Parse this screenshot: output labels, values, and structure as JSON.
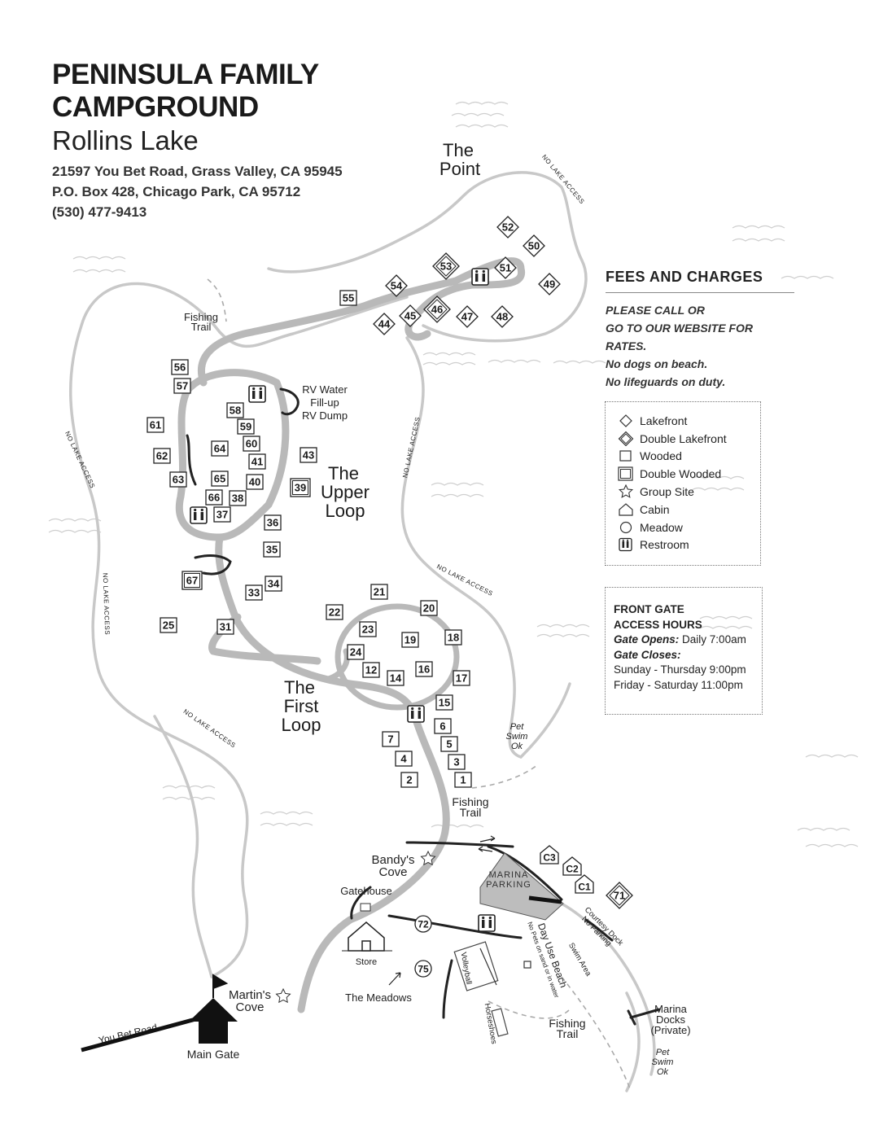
{
  "header": {
    "title_line1": "PENINSULA FAMILY",
    "title_line2": "CAMPGROUND",
    "subtitle": "Rollins Lake",
    "address1": "21597 You Bet Road, Grass Valley, CA 95945",
    "address2": "P.O. Box 428, Chicago Park, CA 95712",
    "phone": "(530) 477-9413"
  },
  "fees": {
    "title": "FEES AND CHARGES",
    "line1": "PLEASE CALL OR",
    "line2": "GO TO OUR WEBSITE FOR RATES.",
    "line3": "No dogs on beach.",
    "line4": "No lifeguards on duty."
  },
  "legend": {
    "items": [
      {
        "icon": "diamond-icon",
        "label": "Lakefront"
      },
      {
        "icon": "double-diamond-icon",
        "label": "Double Lakefront"
      },
      {
        "icon": "square-icon",
        "label": "Wooded"
      },
      {
        "icon": "double-square-icon",
        "label": "Double Wooded"
      },
      {
        "icon": "star-icon",
        "label": "Group Site"
      },
      {
        "icon": "house-icon",
        "label": "Cabin"
      },
      {
        "icon": "circle-icon",
        "label": "Meadow"
      },
      {
        "icon": "restroom-icon",
        "label": "Restroom"
      }
    ]
  },
  "gate_hours": {
    "title1": "FRONT GATE",
    "title2": "ACCESS HOURS",
    "opens_label": "Gate Opens:",
    "opens_value": "Daily 7:00am",
    "closes_label": "Gate Closes:",
    "line1": "Sunday - Thursday 9:00pm",
    "line2": "Friday - Saturday 11:00pm"
  },
  "areas": {
    "point": [
      "The",
      "Point"
    ],
    "upper_loop": [
      "The",
      "Upper",
      "Loop"
    ],
    "first_loop": [
      "The",
      "First",
      "Loop"
    ]
  },
  "labels": {
    "fishing_trail_1": [
      "Fishing",
      "Trail"
    ],
    "fishing_trail_2": [
      "Fishing",
      "Trail"
    ],
    "fishing_trail_3": [
      "Fishing",
      "Trail"
    ],
    "rv_water": [
      "RV Water",
      "Fill-up",
      "RV Dump"
    ],
    "no_lake_access": "NO LAKE ACCESS",
    "pet_swim_1": [
      "Pet",
      "Swim",
      "Ok"
    ],
    "pet_swim_2": [
      "Pet",
      "Swim",
      "Ok"
    ],
    "bandys_cove": [
      "Bandy's",
      "Cove"
    ],
    "martins_cove": [
      "Martin's",
      "Cove"
    ],
    "gatehouse": "Gatehouse",
    "store": "Store",
    "the_meadows": "The Meadows",
    "marina_parking": [
      "MARINA",
      "PARKING"
    ],
    "courtesy_dock": [
      "Courtesy Dock",
      "No Parking"
    ],
    "swim_area": "Swim Area",
    "day_use_beach": "Day Use Beach",
    "day_use_note": "No Pets on sand or in water",
    "volleyball": "Volleyball",
    "horseshoes": "Horseshoes",
    "marina_docks": [
      "Marina",
      "Docks",
      "(Private)"
    ],
    "you_bet_road": "You Bet Road",
    "main_gate": "Main Gate"
  },
  "sites": {
    "lakefront": [
      "52",
      "50",
      "54",
      "51",
      "49",
      "45",
      "44",
      "47",
      "48"
    ],
    "double_lakefront": [
      "53",
      "46",
      "71"
    ],
    "wooded": [
      "55",
      "56",
      "57",
      "58",
      "59",
      "60",
      "61",
      "62",
      "63",
      "64",
      "41",
      "40",
      "65",
      "38",
      "37",
      "43",
      "36",
      "35",
      "34",
      "33",
      "31",
      "25",
      "21",
      "22",
      "20",
      "23",
      "19",
      "18",
      "24",
      "12",
      "14",
      "16",
      "17",
      "15",
      "6",
      "5",
      "7",
      "4",
      "3",
      "2",
      "1",
      "66"
    ],
    "double_wooded": [
      "39",
      "67"
    ],
    "cabins": [
      "C3",
      "C2",
      "C1"
    ],
    "meadow": [
      "72",
      "75"
    ]
  }
}
